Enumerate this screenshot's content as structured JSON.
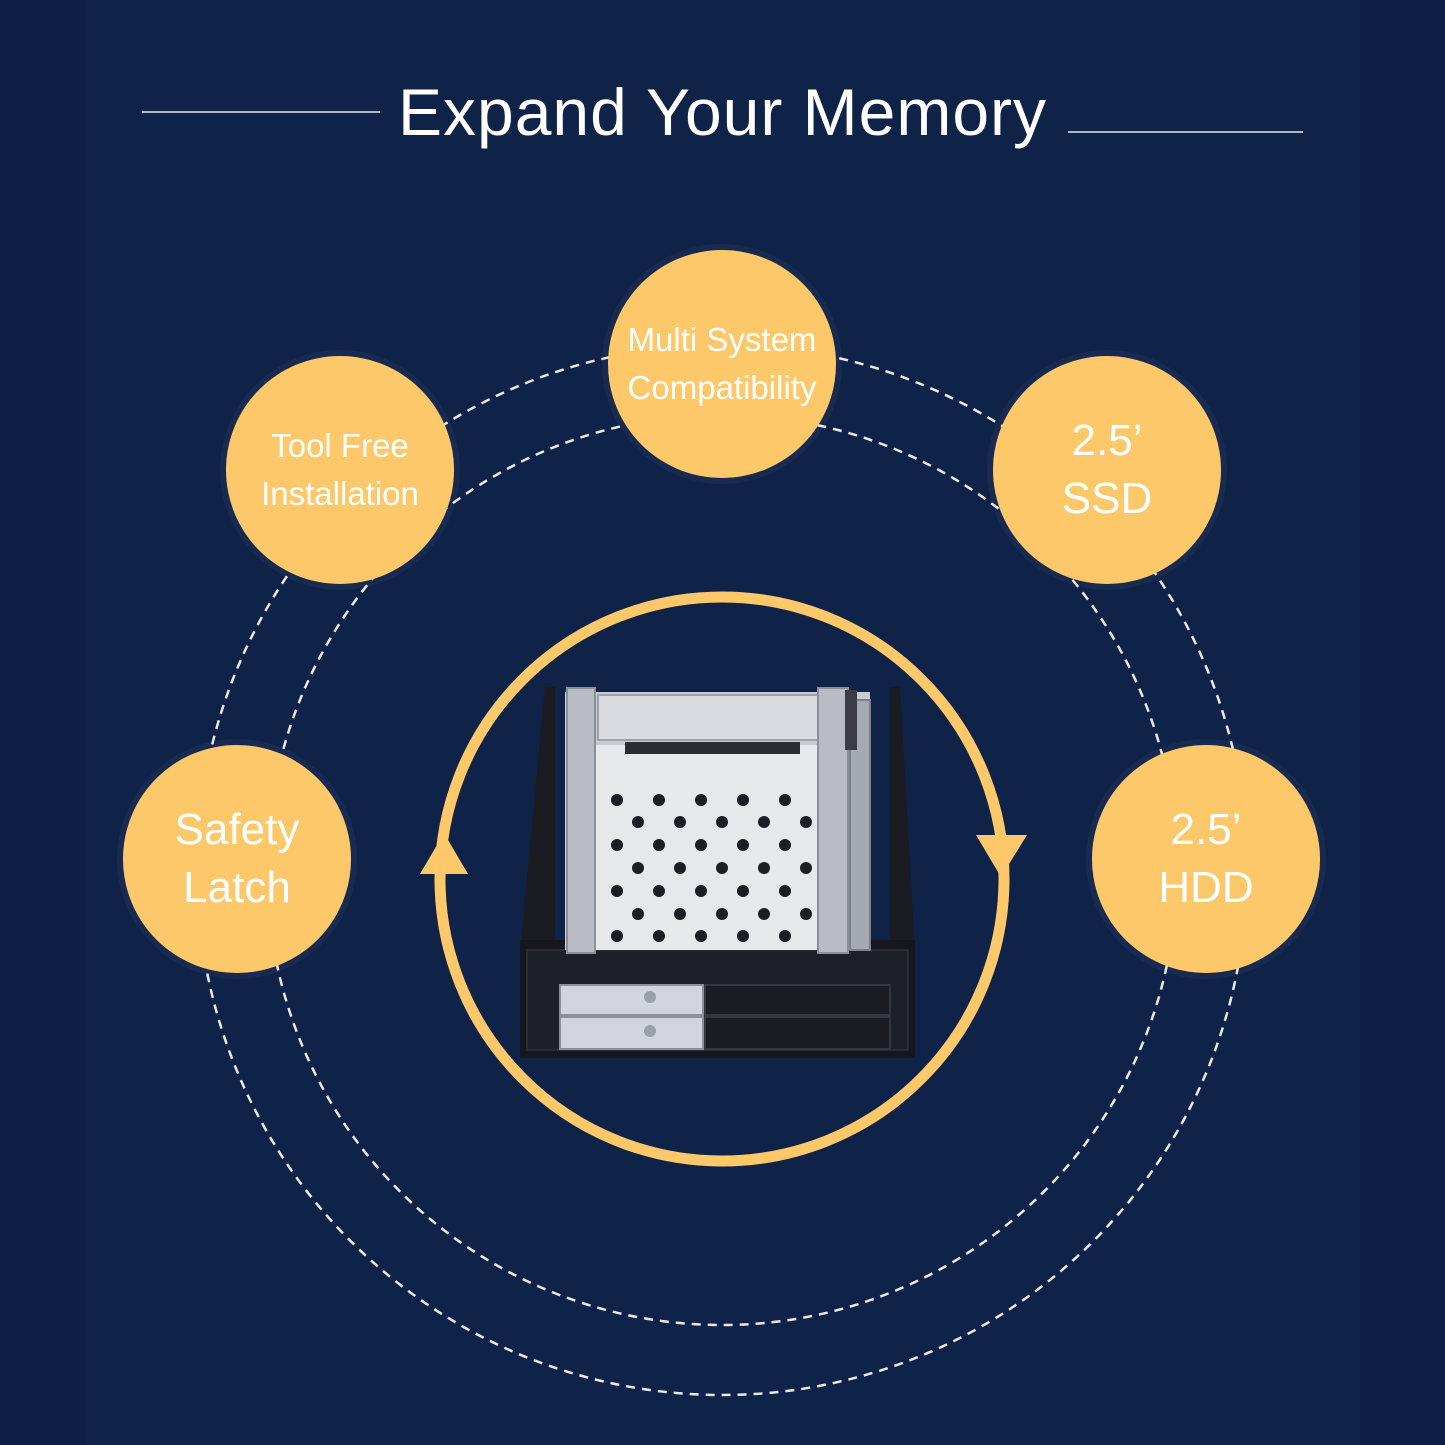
{
  "header": {
    "title": "Expand Your Memory"
  },
  "features": [
    {
      "line1": "Multi System",
      "line2": "Compatibility"
    },
    {
      "line1": "Tool Free",
      "line2": "Installation"
    },
    {
      "line1": "2.5’",
      "line2": "SSD"
    },
    {
      "line1": "Safety",
      "line2": "Latch"
    },
    {
      "line1": "2.5’",
      "line2": "HDD"
    }
  ],
  "colors": {
    "background": "#0f2248",
    "accent": "#fcc86a",
    "text": "#ffffff"
  },
  "device": {
    "icon": "hdd-enclosure-icon"
  }
}
